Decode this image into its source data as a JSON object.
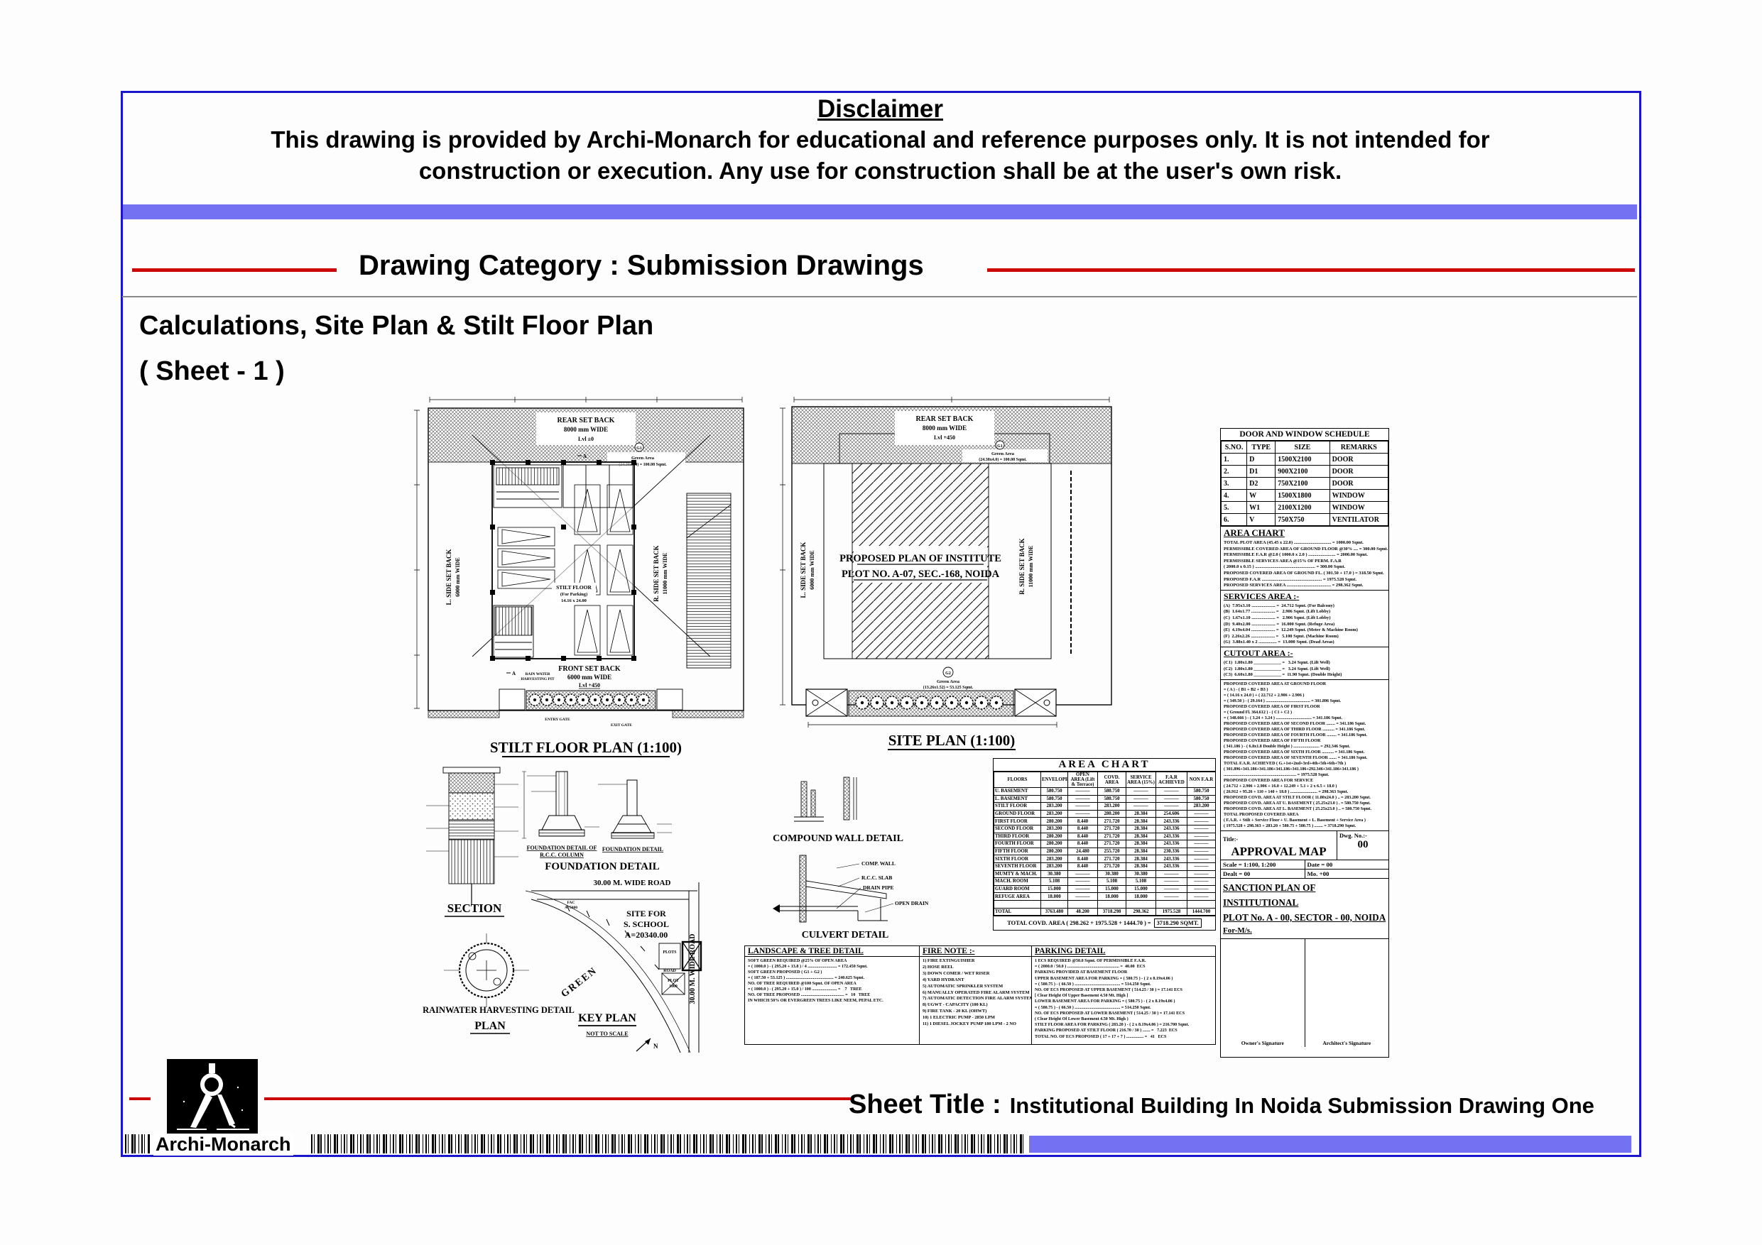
{
  "colors": {
    "border_blue": "#1b16cc",
    "bar_purple": "#7471f3",
    "line_red": "#cc0606"
  },
  "page": {
    "disclaimer_title": "Disclaimer",
    "disclaimer_line1": "This drawing is provided by Archi-Monarch for educational and reference purposes only. It is not intended for",
    "disclaimer_line2": "construction or execution. Any use for construction shall be at the user's own risk.",
    "category_heading": "Drawing Category : Submission Drawings",
    "sheet_heading": "Calculations, Site Plan & Stilt Floor Plan",
    "sheet_number": "( Sheet - 1 )",
    "brand": "Archi-Monarch",
    "sheet_title_label": "Sheet Title :",
    "sheet_title_value": "Institutional Building In Noida Submission Drawing One"
  },
  "stilt_plan": {
    "title": "STILT FLOOR PLAN (1:100)",
    "rear1": "REAR SET BACK",
    "rear2": "8000 mm WIDE",
    "rear3": "Lvl ±0",
    "left1": "L. SIDE SET BACK",
    "left2": "6000 mm WIDE",
    "right1": "R. SIDE SET BACK",
    "right2": "11000 mm WIDE",
    "front1": "FRONT SET BACK",
    "front2": "6000 mm WIDE",
    "front3": "Lvl +450",
    "center1": "STILT FLOOR",
    "center2": "(For Parking)",
    "center3": "14.16 x 24.00",
    "g1": "G1",
    "green1": "Green Area",
    "green2": "(24.38x4.0) = 100.08 Sqmt.",
    "rwh1": "RAIN WATER",
    "rwh2": "HARVESTING PIT",
    "entry": "ENTRY GATE",
    "exit": "EXIT GATE",
    "mark_a": "A"
  },
  "site_plan": {
    "title": "SITE PLAN (1:100)",
    "rear1": "REAR SET BACK",
    "rear2": "8000 mm WIDE",
    "rear3": "Lvl +450",
    "left1": "L. SIDE SET BACK",
    "left2": "6000 mm WIDE",
    "right1": "R. SIDE SET BACK",
    "right2": "11000 mm WIDE",
    "plot1": "PROPOSED PLAN OF INSTITUTE",
    "plot2": "PLOT NO. A-07, SEC.-168, NOIDA",
    "g1": "G1",
    "g1a": "Green Area",
    "g1b": "(24.38x4.0) = 100.08 Sqmt.",
    "g2": "G2",
    "g2a": "Green Area",
    "g2b": "(13.26x1.52) = 53.125 Sqmt."
  },
  "details": {
    "section_title": "SECTION",
    "foundation_big": "FOUNDATION DETAIL",
    "f1a": "FOUNDATION DETAIL OF",
    "f1b": "R.C.C. COLUMN",
    "f2": "FOUNDATION DETAIL",
    "rwh_title": "RAINWATER HARVESTING DETAIL",
    "rwh_plan": "PLAN",
    "key_title": "KEY PLAN",
    "key_sub": "NOT TO SCALE",
    "road_top": "30.00 M. WIDE ROAD",
    "road_right": "30.00 M. WIDE ROAD",
    "site1": "SITE FOR",
    "site2": "S. SCHOOL",
    "site3": "A=20340.00",
    "green": "GREEN",
    "plots": "PLOTS",
    "road": "ROAD",
    "plot_a": "PLOT",
    "plot_b": "1000",
    "fac1": "FAC",
    "fac2": "A=5000",
    "north": "N",
    "compound_title": "COMPOUND WALL DETAIL",
    "culvert_title": "CULVERT DETAIL",
    "comp_wall": "COMP. WALL",
    "rcc_slab": "R.C.C. SLAB",
    "drain_pipe": "DRAIN PIPE",
    "open_drain": "OPEN DRAIN"
  },
  "area_table": {
    "title": "AREA CHART",
    "headers": [
      "FLOORS",
      "ENVELOPE",
      "OPEN AREA (Lift & Terrace)",
      "COVD. AREA",
      "SERVICE AREA (15%)",
      "F.A.R ACHIEVED",
      "NON F.A.R"
    ],
    "rows": [
      [
        "U. BASEMENT",
        "580.750",
        "———",
        "580.750",
        "———",
        "———",
        "580.750"
      ],
      [
        "L. BASEMENT",
        "580.750",
        "———",
        "580.750",
        "———",
        "———",
        "580.750"
      ],
      [
        "STILT FLOOR",
        "283.200",
        "———",
        "283.200",
        "———",
        "———",
        "283.200"
      ],
      [
        "GROUND FLOOR",
        "283.200",
        "———",
        "280.200",
        "28.384",
        "254.606",
        "———"
      ],
      [
        "FIRST FLOOR",
        "280.200",
        "8.440",
        "271.720",
        "28.384",
        "243.336",
        "———"
      ],
      [
        "SECOND FLOOR",
        "283.200",
        "8.440",
        "271.720",
        "28.384",
        "243.336",
        "———"
      ],
      [
        "THIRD FLOOR",
        "280.200",
        "8.440",
        "271.720",
        "28.384",
        "243.336",
        "———"
      ],
      [
        "FOURTH FLOOR",
        "280.200",
        "8.440",
        "271.720",
        "28.384",
        "243.336",
        "———"
      ],
      [
        "FIFTH FLOOR",
        "280.200",
        "24.480",
        "255.720",
        "28.384",
        "230.336",
        "———"
      ],
      [
        "SIXTH FLOOR",
        "283.200",
        "8.440",
        "271.720",
        "28.384",
        "243.336",
        "———"
      ],
      [
        "SEVENTH FLOOR",
        "283.200",
        "8.440",
        "271.720",
        "28.384",
        "243.336",
        "———"
      ],
      [
        "MUMTY & MACH.",
        "30.380",
        "———",
        "30.380",
        "30.380",
        "———",
        "———"
      ],
      [
        "MACH. ROOM",
        "5.108",
        "———",
        "5.108",
        "5.108",
        "———",
        "———"
      ],
      [
        "GUARD ROOM",
        "15.000",
        "———",
        "15.000",
        "15.000",
        "———",
        "———"
      ],
      [
        "REFUGE AREA",
        "18.000",
        "———",
        "18.000",
        "18.000",
        "———",
        "———"
      ],
      [
        "",
        "",
        "",
        "",
        "",
        "",
        ""
      ],
      [
        "TOTAL",
        "3763.480",
        "48.200",
        "3718.298",
        "298.362",
        "1975.528",
        "1444.700"
      ]
    ],
    "total_line": "TOTAL COVD. AREA ( 298.262 + 1975.528 + 1444.70 ) =",
    "total_value": "3718.290 SQMT."
  },
  "schedule": {
    "title": "DOOR AND WINDOW SCHEDULE",
    "headers": [
      "S.NO.",
      "TYPE",
      "SIZE",
      "REMARKS"
    ],
    "rows": [
      [
        "1.",
        "D",
        "1500X2100",
        "DOOR"
      ],
      [
        "2.",
        "D1",
        "900X2100",
        "DOOR"
      ],
      [
        "3.",
        "D2",
        "750X2100",
        "DOOR"
      ],
      [
        "4.",
        "W",
        "1500X1800",
        "WINDOW"
      ],
      [
        "5.",
        "W1",
        "2100X1200",
        "WINDOW"
      ],
      [
        "6.",
        "V",
        "750X750",
        "VENTILATOR"
      ]
    ]
  },
  "area_right": {
    "title": "AREA CHART",
    "lines": [
      "TOTAL PLOT AREA (45.45 x 22.0) ................................. = 1000.00 Sqmt.",
      "PERMISSIBLE COVERED AREA OF GROUND FLOOR @30% .... = 300.00 Sqmt.",
      "PERMISSIBLE F.A.R @2.0 ( 1000.0 x 2.0 ) ........................ = 2000.00 Sqmt.",
      "PERMISSIBLE SERVICES AREA @15% OF PERM. F.A.R",
      "( 2000.0 x 0.15 ) ..................................................... = 300.00 Sqmt.",
      "PROPOSED COVERED AREA OF GROUND FL. ( 301.50 + 17.0 ) = 318.50 Sqmt.",
      "PROPOSED F.A.R ..................................................... = 1975.528 Sqmt.",
      "PROPOSED SERVICES AREA ....................................... = 298.362 Sqmt."
    ]
  },
  "services": {
    "title": "SERVICES AREA :-",
    "lines": [
      "(A)  7.95x3.10 ..................... =  24.712 Sqmt. (For Balcony)",
      "(B)  1.64x1.77 ..................... =   2.906 Sqmt. (Lift Lobby)",
      "(C)  1.67x1.10 ..................... =   2.906 Sqmt. (Lift Lobby)",
      "(D)  9.40x2.00 ..................... =  16.000 Sqmt. (Refuge Area)",
      "(E)  4.19x4.04 ..................... =  12.249 Sqmt. (Meter & Machine Room)",
      "(F)  2.26x2.26 ..................... =   5.100 Sqmt. (Machine Room)",
      "(G)  3.88x1.40 x 2 ................ =  13.000 Sqmt. (Dead Areas)"
    ]
  },
  "cutout": {
    "title": "CUTOUT AREA :-",
    "lines": [
      "(C1)  1.80x1.80 ____________ =   3.24 Sqmt. (Lift Well)",
      "(C2)  1.80x1.80 ____________ =   3.24 Sqmt. (Lift Well)",
      "(C3)  6.60x1.80 ____________ =  11.90 Sqmt. (Double Height)"
    ]
  },
  "proposed": {
    "lines": [
      "PROPOSED COVERED AREA AT GROUND FLOOR",
      "= ( A ) - ( B1 + B2 + B3 )",
      "= ( 14.16 x 24.0 ) + ( 22.712 + 2.906 + 2.906 )",
      "= ( 349.50 ) - ( 29.164 ) ......................................... = 301.896 Sqmt.",
      "PROPOSED COVERED AREA OF FIRST FLOOR",
      "= ( Ground Fl. 364.612 ) - ( C1 + C2 )",
      "= ( 348.666 ) - ( 3.24 + 3.24 ) ................................. = 341.186 Sqmt.",
      "PROPOSED COVERED AREA OF SECOND FLOOR ........ = 341.186 Sqmt.",
      "PROPOSED COVERED AREA OF THIRD FLOOR ........... = 341.186 Sqmt.",
      "PROPOSED COVERED AREA OF FOURTH FLOOR ......... = 341.186 Sqmt.",
      "PROPOSED COVERED AREA OF FIFTH FLOOR",
      "( 341.186 ) - ( 6.8x1.8 Double Height ) ........................ = 292.346 Sqmt.",
      "PROPOSED COVERED AREA OF SIXTH FLOOR ........... = 341.186 Sqmt.",
      "PROPOSED COVERED AREA OF SEVENTH FLOOR ....... = 341.186 Sqmt.",
      "TOTAL F.A.R. ACHIEVED ( G.+1st+2nd+3rd+4th+5th+6th+7th )",
      "( 301.896+341.186+341.186+341.186+341.186+292.346+341.186+341.186 )",
      "................................................................... = 1975.528 Sqmt.",
      "PROPOSED COVERED AREA FOR SERVICE",
      "( 24.712 + 2.906 + 2.906 + 16.0 + 12.249 + 5.1 + 2 x 6.5 + 18.0 )",
      "( 26.912 + 95.26 + 110 + 140 + 18.0 ) ......................... = 298.363 Sqmt.",
      "PROPOSED COVD. AREA AT STILT FLOOR ( 11.80x24.0 ) .. = 283.200 Sqmt.",
      "PROPOSED COVD. AREA AT U. BASEMENT ( 25.25x23.0 ) . = 580.750 Sqmt.",
      "PROPOSED COVD. AREA AT L. BASEMENT ( 25.25x23.0 ) .. = 580.750 Sqmt.",
      "TOTAL PROPOSED COVERED AREA",
      "( F.A.R. + Stilt + Service Floor + U. Basement + L. Basement + Service Area )",
      "( 1975.528 + 298.363 + 283.20 + 580.75 + 580.75 ) ........ = 3718.290 Sqmt."
    ]
  },
  "approval": {
    "title_label": "Title:-",
    "title": "APPROVAL MAP",
    "dwg_label": "Dwg. No.:-",
    "dwg_no": "00",
    "scale": "Scale = 1:100, 1:200",
    "date": "Date = 00",
    "dealt": "Dealt = 00",
    "mo": "Mo. +00",
    "sanction1": "SANCTION PLAN OF INSTITUTIONAL",
    "sanction2": "PLOT No. A - 00, SECTOR - 00, NOIDA",
    "sanction3": "For-M/s.",
    "owner_sig": "Owner's Signature",
    "architect_sig": "Architect's Signature"
  },
  "landscape": {
    "title": "LANDSCAPE & TREE DETAIL",
    "lines": [
      "SOFT GREEN REQUIRED @25% OF OPEN AREA",
      "= ( 1000.0 ) - ( 295.20 + 13.8 ) / 4 ........................... = 172.450 Sqmt.",
      "SOFT GREEN PROPOSED ( G1 + G2 )",
      "= ( 187.50 + 53.125 ) ............................................ = 240.625 Sqmt.",
      "NO. OF TREE REQUIRED @100 Sqmt. OF OPEN AREA",
      "= ( 1000.0 ) - ( 295.20 + 15.0 ) / 100 ....................... =    7   TREE",
      "NO. OF TREE PROPOSED ........................................ =   10   TREE",
      "IN WHICH 50% OR EVERGREEN TREES LIKE NEEM, PEPAL ETC."
    ]
  },
  "fire": {
    "title": "FIRE NOTE :-",
    "items": [
      "1) FIRE EXTINGUISHER",
      "2) HOSE REEL",
      "3) DOWN COMER / WET RISER",
      "4) YARD HYDRANT",
      "5) AUTOMATIC SPRINKLER SYSTEM",
      "6) MANUALLY OPERATED FIRE ALARM SYSTEM",
      "7) AUTOMATIC DETECTION FIRE ALARM SYSTEM",
      "8) UGWT - CAPACITY (100 KL)",
      "9) FIRE TANK - 20 KL (OHWT)",
      "10) 1 ELECTRIC PUMP - 2850 LPM",
      "11) 1 DIESEL JOCKEY PUMP 180 LPM - 2 NO"
    ]
  },
  "parking": {
    "title": "PARKING DETAIL",
    "lines": [
      "1 ECS REQUIRED @50.0 Sqmt. OF PERMISSIBLE F.A.R.",
      "= ( 2000.0 / 50.0 ) ................................................ =  40.00  ECS",
      "PARKING PROVIDED AT BASEMENT FLOOR",
      "UPPER BASEMENT AREA FOR PARKING = ( 580.75 ) - ( 2 x 8.19x4.06 )",
      "= ( 580.75 ) - ( 66.50 ) .......................................... = 514.250 Sqmt.",
      "NO. OF ECS PROPOSED AT UPPER BASEMENT ( 514.25 / 30 ) = 17.141 ECS",
      "[ Clear Height Of Upper Basement 4.50 Mt. High ]",
      "LOWER BASEMENT AREA FOR PARKING = ( 580.75 ) - ( 2 x 8.19x4.06 )",
      "= ( 580.75 ) - ( 66.50 ) .......................................... = 514.250 Sqmt.",
      "NO. OF ECS PROPOSED AT LOWER BASEMENT ( 514.25 / 30 ) = 17.141 ECS",
      "( Clear Height Of Lower Basement 4.50 Mt. High )",
      "STILT FLOOR AREA FOR PARKING ( 283.20 ) - ( 2 x 8.19x4.06 ) = 216.700 Sqmt.",
      "PARKING PROPOSED AT STILT FLOOR ( 216.70 / 30 ) ....... =   7.223  ECS",
      "TOTAL NO. OF ECS PROPOSED ( 17 + 17 + 7 ) ................ =   41   ECS"
    ]
  }
}
